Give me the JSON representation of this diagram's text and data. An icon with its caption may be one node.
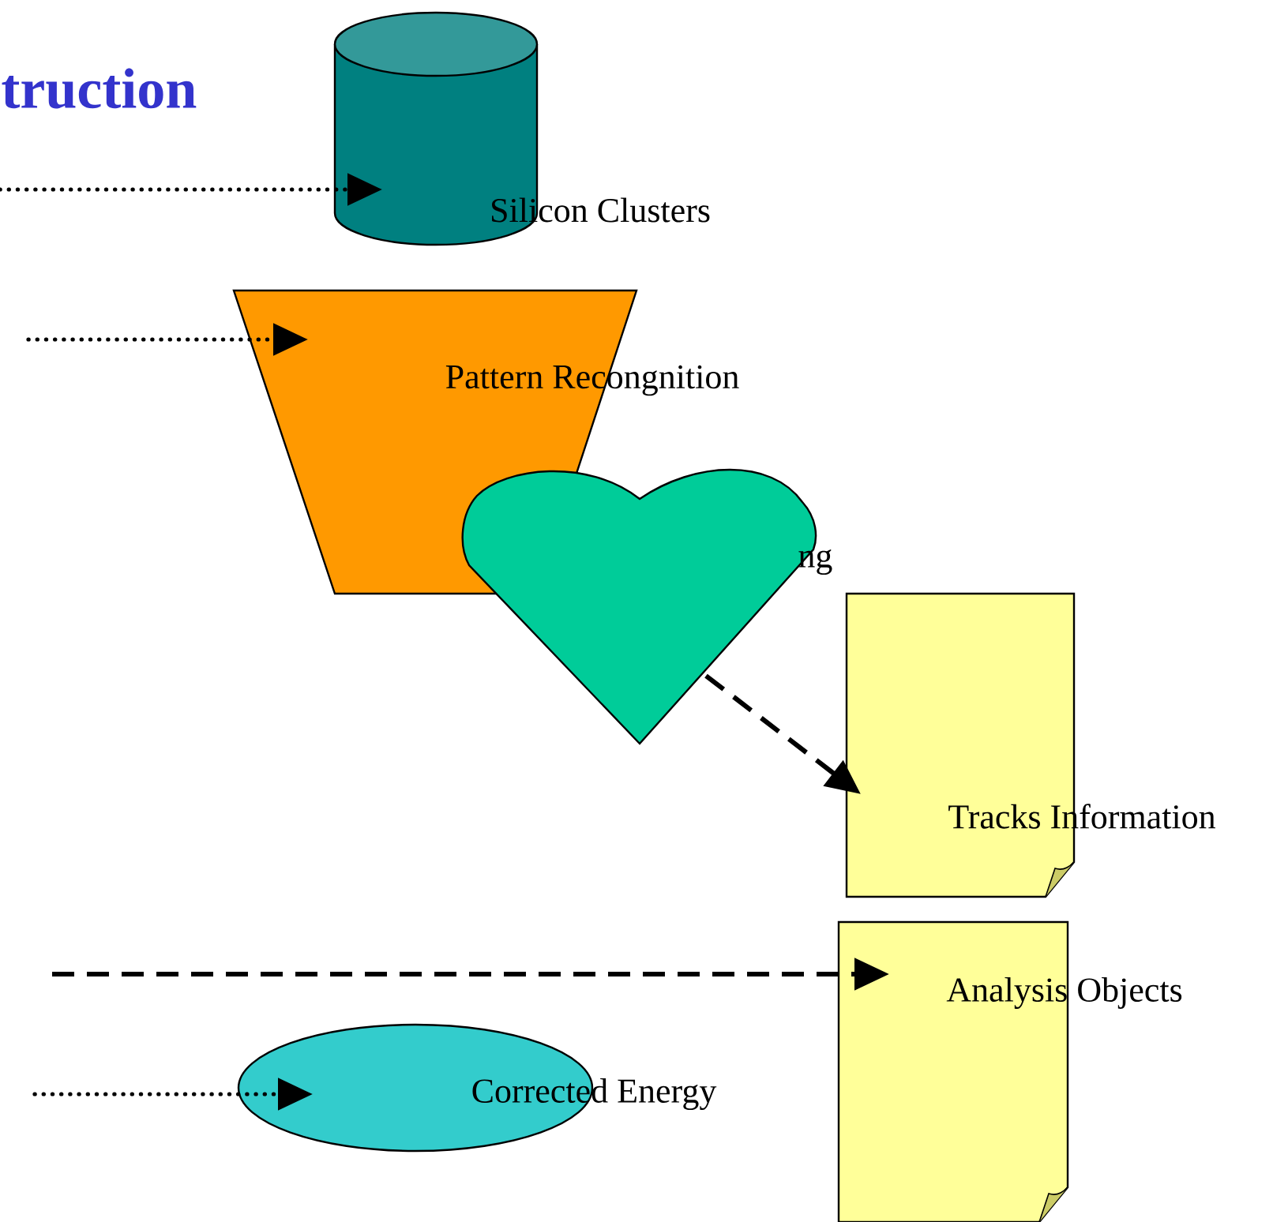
{
  "diagram": {
    "title": "truction",
    "nodes": [
      {
        "text": [
          "Silicon Clusters"
        ]
      },
      {
        "text": [
          "Pattern Recongnition"
        ]
      },
      {
        "text": [],
        "shape": "heart"
      },
      {
        "text": [
          "Tracks Information"
        ]
      },
      {
        "text": [
          "Analysis Objects"
        ]
      },
      {
        "text": [
          "Corrected Energy"
        ]
      }
    ],
    "edges": [
      {
        "from": null,
        "to": 0,
        "arrow": "to"
      },
      {
        "from": null,
        "to": 1,
        "arrow": "to"
      },
      {
        "from": 2,
        "to": 3,
        "arrow": "to",
        "style": "dashed"
      },
      {
        "from": null,
        "to": 4,
        "arrow": "to",
        "style": "dashed"
      },
      {
        "from": null,
        "to": 5,
        "arrow": "to"
      }
    ],
    "labels": [
      "ng"
    ]
  }
}
